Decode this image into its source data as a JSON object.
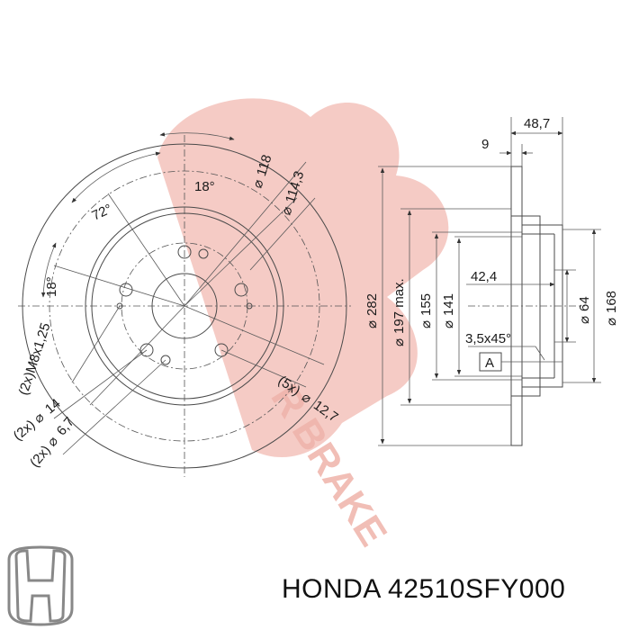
{
  "caption": {
    "brand": "HONDA",
    "part_number": "42510SFY000"
  },
  "front_view": {
    "angle_top": "18°",
    "angle_left_top": "72°",
    "angle_left": "18°",
    "pcd_118": "118",
    "pcd_114": "114,3",
    "thread": "(2x)M8x1,25",
    "hole_14": "(2x)",
    "hole_14_val": "14",
    "hole_67": "(2x)",
    "hole_67_val": "6,7",
    "bolt_holes": "(5x)",
    "bolt_holes_val": "12,7"
  },
  "side_view": {
    "overall_width": "48,7",
    "thickness": "9",
    "dia_282": "282",
    "dia_197": "197 max.",
    "dia_155": "155",
    "dia_141": "141",
    "hat_depth": "42,4",
    "dia_64": "64",
    "dia_168": "168",
    "chamfer": "3,5x45°",
    "datum": "A"
  },
  "watermark": {
    "text": "R BRAKE"
  },
  "logo": {
    "name": "honda-logo-icon"
  },
  "colors": {
    "watermark": "#f3c2bb",
    "line": "#4a4a4a"
  }
}
